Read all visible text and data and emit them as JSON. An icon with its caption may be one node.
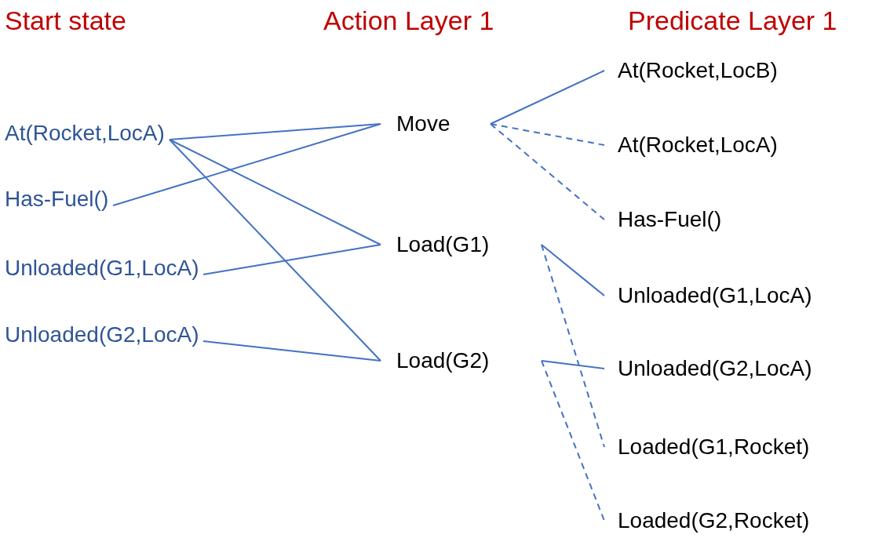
{
  "diagram": {
    "nodes": [
      {
        "text": [
          "At(Rocket,LocA)"
        ]
      },
      {
        "text": [
          "Has-Fuel()"
        ]
      },
      {
        "text": [
          "Unloaded(G1,LocA)"
        ]
      },
      {
        "text": [
          "Unloaded(G2,LocA)"
        ]
      },
      {
        "text": [
          "Move"
        ]
      },
      {
        "text": [
          "Load(G1)"
        ]
      },
      {
        "text": [
          "Load(G2)"
        ]
      },
      {
        "text": [
          "At(Rocket,LocB)"
        ]
      },
      {
        "text": [
          "At(Rocket,LocA)"
        ]
      },
      {
        "text": [
          "Has-Fuel()"
        ]
      },
      {
        "text": [
          "Unloaded(G1,LocA)"
        ]
      },
      {
        "text": [
          "Unloaded(G2,LocA)"
        ]
      },
      {
        "text": [
          "Loaded(G1,Rocket)"
        ]
      },
      {
        "text": [
          "Loaded(G2,Rocket)"
        ]
      }
    ],
    "edges": [
      {
        "from": 0,
        "to": 4,
        "arrow": "none"
      },
      {
        "from": 0,
        "to": 5,
        "arrow": "none"
      },
      {
        "from": 0,
        "to": 6,
        "arrow": "none"
      },
      {
        "from": 1,
        "to": 4,
        "arrow": "none"
      },
      {
        "from": 2,
        "to": 5,
        "arrow": "none"
      },
      {
        "from": 3,
        "to": 6,
        "arrow": "none"
      },
      {
        "from": 4,
        "to": 7,
        "arrow": "none"
      },
      {
        "from": 4,
        "to": 8,
        "arrow": "none",
        "style": "dashed"
      },
      {
        "from": 4,
        "to": 9,
        "arrow": "none",
        "style": "dashed"
      },
      {
        "from": 5,
        "to": 10,
        "arrow": "none"
      },
      {
        "from": 5,
        "to": 12,
        "arrow": "none",
        "style": "dashed"
      },
      {
        "from": 6,
        "to": 11,
        "arrow": "none"
      },
      {
        "from": 6,
        "to": 13,
        "arrow": "none",
        "style": "dashed"
      }
    ],
    "labels": [
      "Start state",
      "Action Layer 1",
      "Predicate Layer 1"
    ]
  }
}
